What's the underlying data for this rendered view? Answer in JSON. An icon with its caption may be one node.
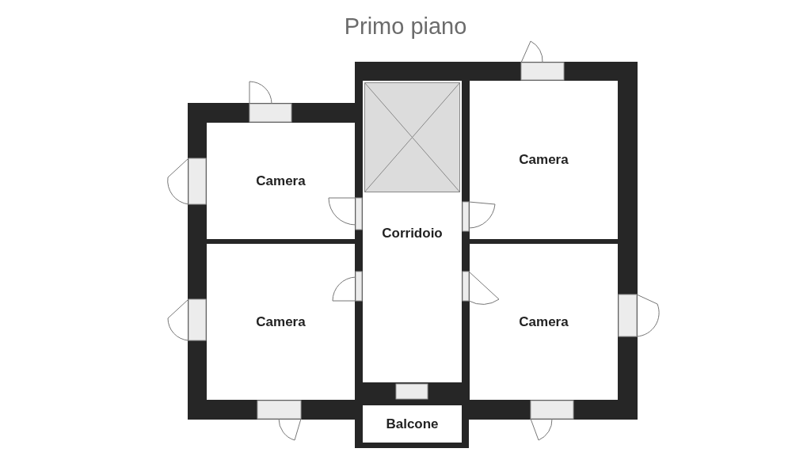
{
  "diagram": {
    "title": "Primo piano",
    "nodes": [
      {
        "text": [
          "Camera"
        ]
      },
      {
        "text": [
          "Camera"
        ]
      },
      {
        "text": [
          "Corridoio"
        ]
      },
      {
        "text": [
          "Camera"
        ]
      },
      {
        "text": [
          "Camera"
        ]
      },
      {
        "text": [
          "Balcone"
        ]
      }
    ]
  }
}
